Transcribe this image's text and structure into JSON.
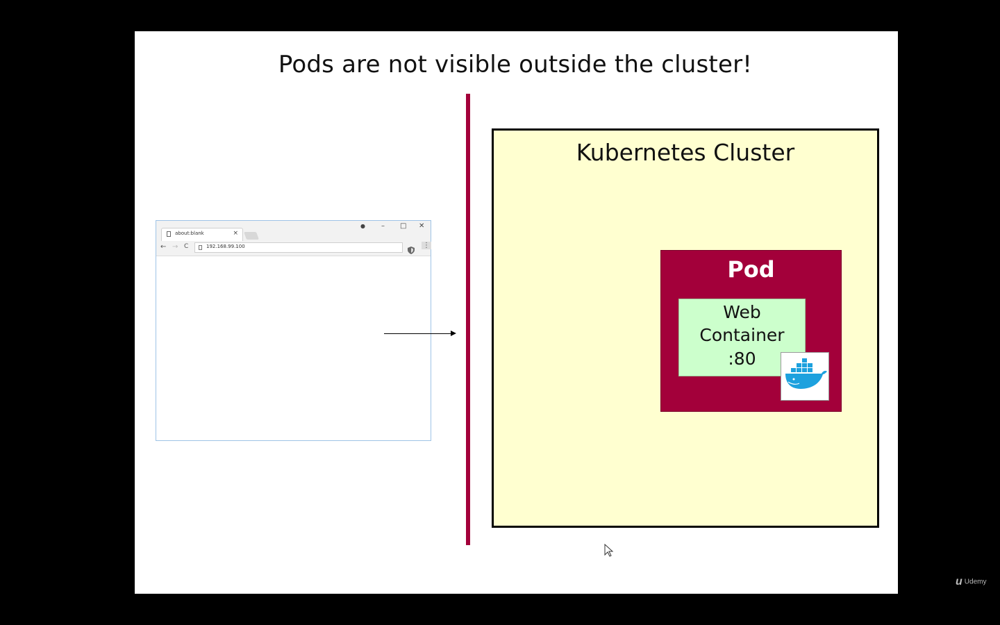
{
  "slide": {
    "title": "Pods are not visible outside the cluster!"
  },
  "browser": {
    "tab_label": "about:blank",
    "tab_close": "×",
    "address": "192.168.99.100",
    "window_controls": {
      "account": "●",
      "minimize": "–",
      "maximize": "□",
      "close": "✕"
    },
    "toolbar": {
      "back": "←",
      "forward": "→",
      "reload": "C",
      "menu": "⋮"
    }
  },
  "cluster": {
    "title": "Kubernetes Cluster",
    "pod": {
      "title": "Pod",
      "container": {
        "line1": "Web",
        "line2": "Container",
        "line3": ":80"
      }
    }
  },
  "watermark": {
    "brand": "Udemy"
  },
  "colors": {
    "divider": "#a3003a",
    "pod": "#a3003a",
    "cluster_bg": "#ffffd0",
    "container_bg": "#ccffcc",
    "docker_blue": "#1da1de"
  },
  "icons": [
    "page-icon",
    "back-arrow-icon",
    "forward-arrow-icon",
    "reload-icon",
    "shield-icon",
    "menu-icon",
    "docker-whale-icon",
    "mouse-cursor-icon",
    "udemy-logo-icon"
  ]
}
